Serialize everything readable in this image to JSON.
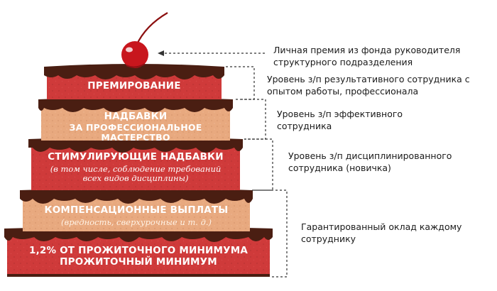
{
  "tiers": [
    {
      "title": "Премирование"
    },
    {
      "title": "Надбавки",
      "subtitle": "за профессиональное мастерство"
    },
    {
      "title": "Стимулирующие надбавки",
      "note": "(в том числе, соблюдение требований всех видов дисциплины)"
    },
    {
      "title": "Компенсационные выплаты",
      "note": "(вредность, сверхурочные и т. д.)"
    },
    {
      "title": "1,2% от прожиточного минимума",
      "subtitle": "Прожиточный минимум"
    }
  ],
  "annotations": [
    "Личная премия из фонда руководителя структурного подразделения",
    "Уровень з/п результативного сотрудника с опытом работы, профессионала",
    "Уровень з/п эффективного сотрудника",
    "Уровень з/п дисциплинированного сотрудника (новичка)",
    "Гарантированный оклад каждому сотруднику"
  ],
  "colors": {
    "red": "#cf3a3a",
    "cream": "#e8a97f",
    "chocolate": "#4a1e12",
    "cherry": "#c8161d",
    "text_dark": "#1a1a1a"
  }
}
